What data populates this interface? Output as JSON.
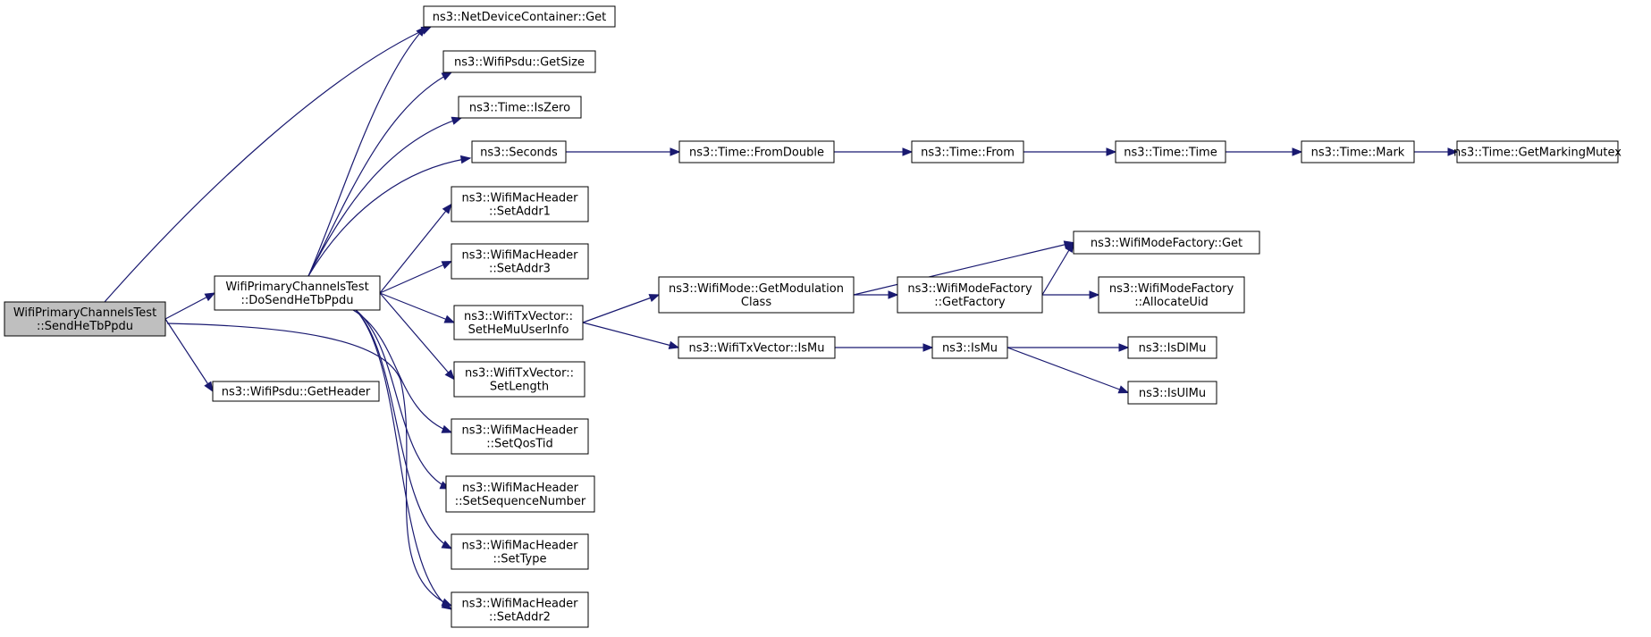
{
  "colors": {
    "edge": "#191970",
    "root_fill": "#bfbfbf",
    "node_fill": "#ffffff",
    "border": "#000000"
  },
  "nodes": {
    "root": {
      "lines": [
        "WifiPrimaryChannelsTest",
        "::SendHeTbPpdu"
      ]
    },
    "doSend": {
      "lines": [
        "WifiPrimaryChannelsTest",
        "::DoSendHeTbPpdu"
      ]
    },
    "getHeader": {
      "lines": [
        "ns3::WifiPsdu::GetHeader"
      ]
    },
    "ndcGet": {
      "lines": [
        "ns3::NetDeviceContainer::Get"
      ]
    },
    "getSize": {
      "lines": [
        "ns3::WifiPsdu::GetSize"
      ]
    },
    "isZero": {
      "lines": [
        "ns3::Time::IsZero"
      ]
    },
    "seconds": {
      "lines": [
        "ns3::Seconds"
      ]
    },
    "setAddr1": {
      "lines": [
        "ns3::WifiMacHeader",
        "::SetAddr1"
      ]
    },
    "setAddr3": {
      "lines": [
        "ns3::WifiMacHeader",
        "::SetAddr3"
      ]
    },
    "setHeMu": {
      "lines": [
        "ns3::WifiTxVector::",
        "SetHeMuUserInfo"
      ]
    },
    "setLength": {
      "lines": [
        "ns3::WifiTxVector::",
        "SetLength"
      ]
    },
    "setQosTid": {
      "lines": [
        "ns3::WifiMacHeader",
        "::SetQosTid"
      ]
    },
    "setSeq": {
      "lines": [
        "ns3::WifiMacHeader",
        "::SetSequenceNumber"
      ]
    },
    "setType": {
      "lines": [
        "ns3::WifiMacHeader",
        "::SetType"
      ]
    },
    "setAddr2": {
      "lines": [
        "ns3::WifiMacHeader",
        "::SetAddr2"
      ]
    },
    "fromDouble": {
      "lines": [
        "ns3::Time::FromDouble"
      ]
    },
    "from": {
      "lines": [
        "ns3::Time::From"
      ]
    },
    "time": {
      "lines": [
        "ns3::Time::Time"
      ]
    },
    "mark": {
      "lines": [
        "ns3::Time::Mark"
      ]
    },
    "mutex": {
      "lines": [
        "ns3::Time::GetMarkingMutex"
      ]
    },
    "getModClass": {
      "lines": [
        "ns3::WifiMode::GetModulation",
        "Class"
      ]
    },
    "isMuTx": {
      "lines": [
        "ns3::WifiTxVector::IsMu"
      ]
    },
    "getFactory": {
      "lines": [
        "ns3::WifiModeFactory",
        "::GetFactory"
      ]
    },
    "wmfGet": {
      "lines": [
        "ns3::WifiModeFactory::Get"
      ]
    },
    "allocUid": {
      "lines": [
        "ns3::WifiModeFactory",
        "::AllocateUid"
      ]
    },
    "isMu": {
      "lines": [
        "ns3::IsMu"
      ]
    },
    "isDlMu": {
      "lines": [
        "ns3::IsDlMu"
      ]
    },
    "isUlMu": {
      "lines": [
        "ns3::IsUlMu"
      ]
    }
  },
  "edges": [
    [
      "root",
      "ndcGet"
    ],
    [
      "root",
      "doSend"
    ],
    [
      "root",
      "getHeader"
    ],
    [
      "root",
      "setAddr2"
    ],
    [
      "doSend",
      "ndcGet"
    ],
    [
      "doSend",
      "getSize"
    ],
    [
      "doSend",
      "isZero"
    ],
    [
      "doSend",
      "seconds"
    ],
    [
      "doSend",
      "setAddr1"
    ],
    [
      "doSend",
      "setAddr3"
    ],
    [
      "doSend",
      "setHeMu"
    ],
    [
      "doSend",
      "setLength"
    ],
    [
      "doSend",
      "setQosTid"
    ],
    [
      "doSend",
      "setSeq"
    ],
    [
      "doSend",
      "setType"
    ],
    [
      "doSend",
      "setAddr2"
    ],
    [
      "seconds",
      "fromDouble"
    ],
    [
      "fromDouble",
      "from"
    ],
    [
      "from",
      "time"
    ],
    [
      "time",
      "mark"
    ],
    [
      "mark",
      "mutex"
    ],
    [
      "setHeMu",
      "getModClass"
    ],
    [
      "setHeMu",
      "isMuTx"
    ],
    [
      "getModClass",
      "wmfGet"
    ],
    [
      "getModClass",
      "getFactory"
    ],
    [
      "getFactory",
      "wmfGet"
    ],
    [
      "getFactory",
      "allocUid"
    ],
    [
      "isMuTx",
      "isMu"
    ],
    [
      "isMu",
      "isDlMu"
    ],
    [
      "isMu",
      "isUlMu"
    ]
  ]
}
